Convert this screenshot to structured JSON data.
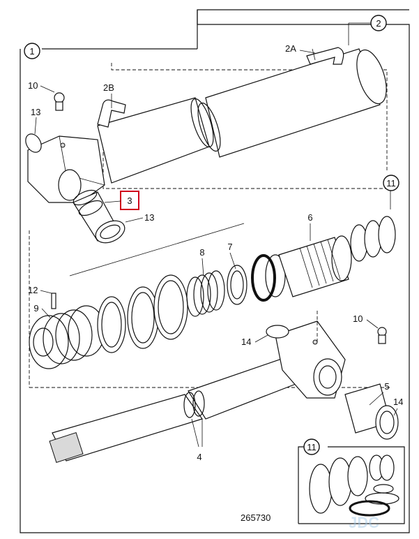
{
  "callouts": {
    "c1": "1",
    "c2": "2",
    "c2A": "2A",
    "c2B": "2B",
    "c3": "3",
    "c4": "4",
    "c5": "5",
    "c6": "6",
    "c7": "7",
    "c8": "8",
    "c9": "9",
    "c10a": "10",
    "c10b": "10",
    "c11a": "11",
    "c11b": "11",
    "c12": "12",
    "c13a": "13",
    "c13b": "13",
    "c14a": "14",
    "c14b": "14"
  },
  "figure_number": "265730",
  "watermark": "JDC",
  "highlight": {
    "callout": "3",
    "color": "#d0021b"
  }
}
